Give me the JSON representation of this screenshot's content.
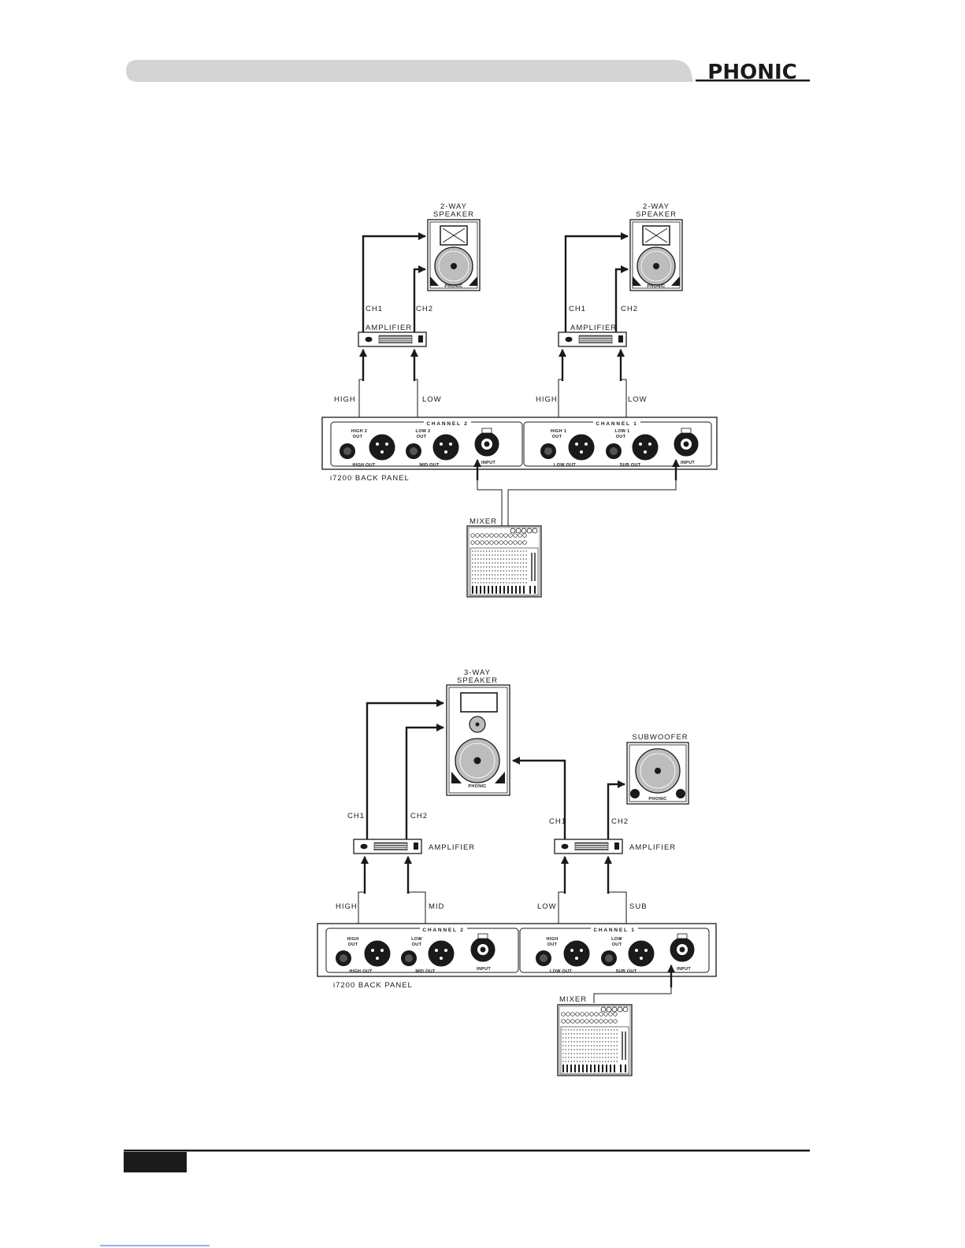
{
  "header": {
    "brand": "PHONIC"
  },
  "diagram1": {
    "speaker_left": {
      "label_line1": "2-WAY",
      "label_line2": "SPEAKER",
      "logo": "PHONIC"
    },
    "speaker_right": {
      "label_line1": "2-WAY",
      "label_line2": "SPEAKER",
      "logo": "PHONIC"
    },
    "amp_left": {
      "label": "AMPLIFIER",
      "ch1": "CH1",
      "ch2": "CH2"
    },
    "amp_right": {
      "label": "AMPLIFIER",
      "ch1": "CH1",
      "ch2": "CH2"
    },
    "wires": {
      "left_high": "HIGH",
      "left_low": "LOW",
      "right_high": "HIGH",
      "right_low": "LOW"
    },
    "panel": {
      "label": "i7200 BACK PANEL",
      "channel2": "CHANNEL 2",
      "channel1": "CHANNEL 1",
      "ch2_out_a_l1": "HIGH 2",
      "ch2_out_a_l2": "OUT",
      "ch2_out_b_l1": "LOW 2",
      "ch2_out_b_l2": "OUT",
      "ch1_out_a_l1": "HIGH 1",
      "ch1_out_a_l2": "OUT",
      "ch1_out_b_l1": "LOW 1",
      "ch1_out_b_l2": "OUT",
      "high_out": "HIGH OUT",
      "mid_out": "MID OUT",
      "low_out": "LOW OUT",
      "sub_out": "SUB OUT",
      "input": "INPUT"
    },
    "mixer": {
      "label": "MIXER"
    }
  },
  "diagram2": {
    "speaker": {
      "label_line1": "3-WAY",
      "label_line2": "SPEAKER",
      "logo": "PHONIC"
    },
    "subwoofer": {
      "label": "SUBWOOFER",
      "logo": "PHONIC"
    },
    "amp_left": {
      "label": "AMPLIFIER",
      "ch1": "CH1",
      "ch2": "CH2"
    },
    "amp_right": {
      "label": "AMPLIFIER",
      "ch1": "CH1",
      "ch2": "CH2"
    },
    "wires": {
      "high": "HIGH",
      "mid": "MID",
      "low": "LOW",
      "sub": "SUB"
    },
    "panel": {
      "label": "i7200 BACK PANEL",
      "channel2": "CHANNEL 2",
      "channel1": "CHANNEL 1",
      "ch2_out_a_l1": "HIGH",
      "ch2_out_a_l2": "OUT",
      "ch2_out_b_l1": "LOW",
      "ch2_out_b_l2": "OUT",
      "ch1_out_a_l1": "HIGH",
      "ch1_out_a_l2": "OUT",
      "ch1_out_b_l1": "LOW",
      "ch1_out_b_l2": "OUT",
      "high_out": "HIGH OUT",
      "mid_out": "MID OUT",
      "low_out": "LOW OUT",
      "sub_out": "SUB OUT",
      "input": "INPUT"
    },
    "mixer": {
      "label": "MIXER"
    }
  }
}
